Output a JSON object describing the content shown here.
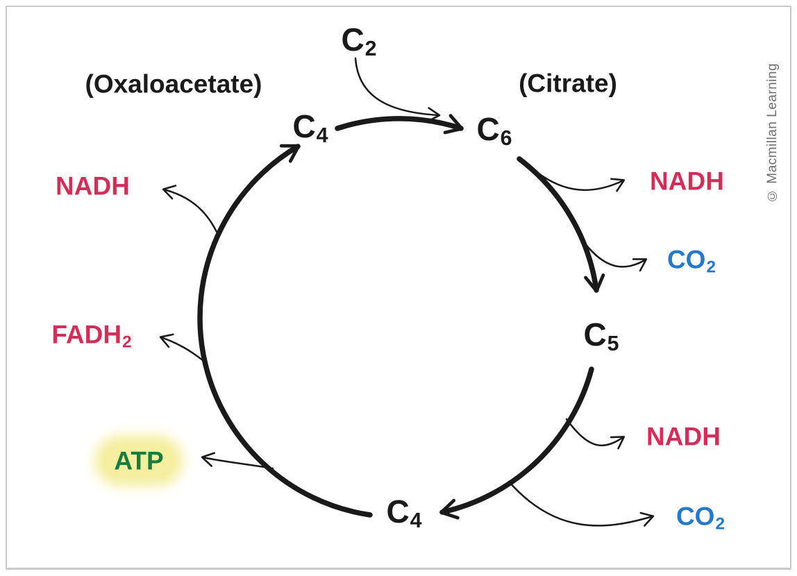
{
  "figure": {
    "credit": "© Macmillan Learning"
  },
  "nodes": {
    "c2": {
      "base": "C",
      "sub": "2"
    },
    "c4_top": {
      "base": "C",
      "sub": "4"
    },
    "c6": {
      "base": "C",
      "sub": "6"
    },
    "c5": {
      "base": "C",
      "sub": "5"
    },
    "c4_bottom": {
      "base": "C",
      "sub": "4"
    }
  },
  "annotations": {
    "oxaloacetate": "(Oxaloacetate)",
    "citrate": "(Citrate)"
  },
  "products": {
    "nadh_right_top": {
      "base": "NADH",
      "sub": ""
    },
    "co2_right": {
      "base": "CO",
      "sub": "2"
    },
    "nadh_right_bottom": {
      "base": "NADH",
      "sub": ""
    },
    "co2_bottom": {
      "base": "CO",
      "sub": "2"
    },
    "atp": {
      "base": "ATP",
      "sub": ""
    },
    "fadh2": {
      "base": "FADH",
      "sub": "2"
    },
    "nadh_left": {
      "base": "NADH",
      "sub": ""
    }
  },
  "colors": {
    "nadh": "#cf3059",
    "co2": "#2878c8",
    "atp": "#1b7a3d",
    "atp_highlight": "#f5ee9e",
    "line": "#1a1a1a",
    "credit": "#6f6f6f"
  }
}
